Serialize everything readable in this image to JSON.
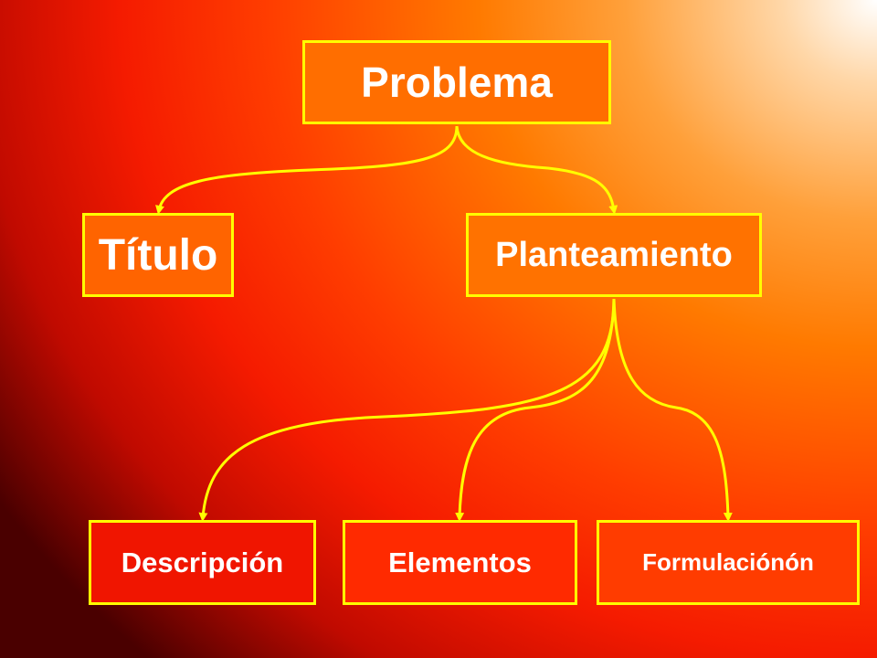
{
  "colors": {
    "node_border": "#ffff00",
    "connector": "#ffff00",
    "text": "#ffffff"
  },
  "diagram": {
    "root": {
      "label": "Problema"
    },
    "level1": [
      {
        "label": "Título"
      },
      {
        "label": "Planteamiento"
      }
    ],
    "level2": [
      {
        "label": "Descripción"
      },
      {
        "label": "Elementos"
      },
      {
        "label": "Formulaciónón"
      }
    ],
    "edges": [
      {
        "from": "Problema",
        "to": "Título"
      },
      {
        "from": "Problema",
        "to": "Planteamiento"
      },
      {
        "from": "Planteamiento",
        "to": "Descripción"
      },
      {
        "from": "Planteamiento",
        "to": "Elementos"
      },
      {
        "from": "Planteamiento",
        "to": "Formulaciónón"
      }
    ]
  }
}
